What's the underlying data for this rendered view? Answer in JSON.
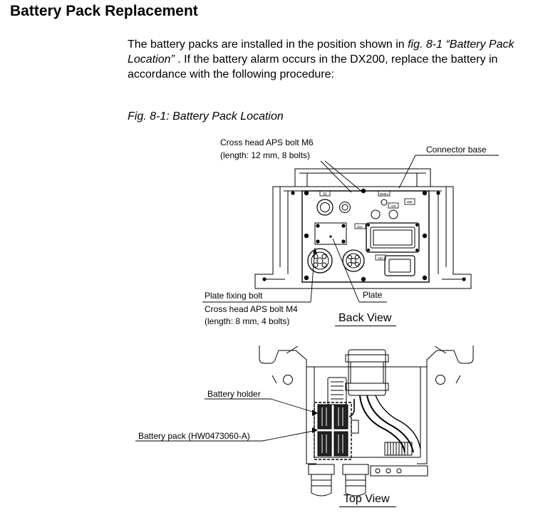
{
  "heading": "Battery Pack Replacement",
  "intro": {
    "p1": "The battery packs are installed in the position shown in ",
    "fig_ref": "fig. 8-1  “Battery Pack Location”",
    "p2": " .  If the battery alarm occurs in the DX200, replace the battery in accordance with the following procedure:"
  },
  "figure": {
    "title": "Fig. 8-1: Battery Pack Location",
    "back_view": {
      "caption": "Back View",
      "callouts": {
        "aps_bolt_m6_line1": "Cross head APS bolt M6",
        "aps_bolt_m6_line2": "(length: 12 mm, 8 bolts)",
        "connector_base": "Connector base",
        "plate_fixing_bolt": "Plate fixing bolt",
        "aps_bolt_m4_line1": "Cross head APS bolt M4",
        "aps_bolt_m4_line2": "(length: 8 mm, 4 bolts)",
        "plate": "Plate"
      },
      "panel_marks": {
        "s1": "S1",
        "dm1": "DME1",
        "air": "AIR",
        "bat": "EBI",
        "p1": "25C",
        "p2": "18A"
      }
    },
    "top_view": {
      "caption": "Top View",
      "callouts": {
        "battery_holder": "Battery holder",
        "battery_pack": "Battery pack (HW0473060-A)"
      }
    }
  }
}
